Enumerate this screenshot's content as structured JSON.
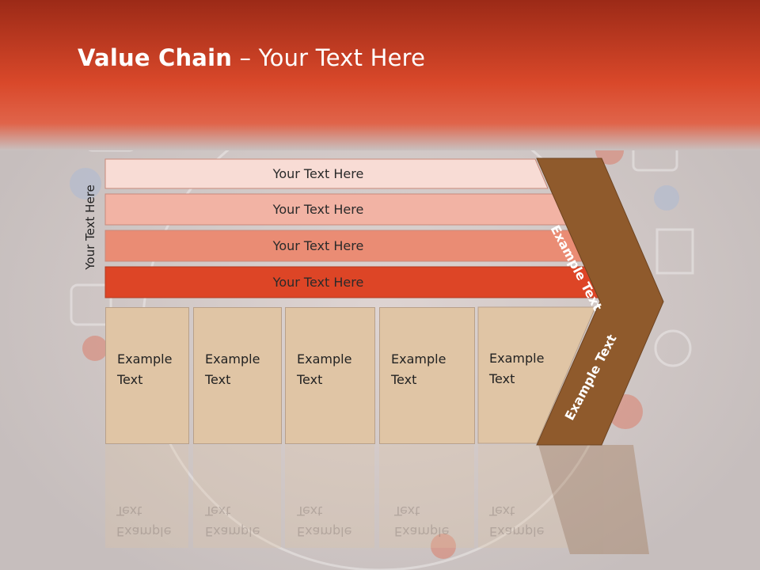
{
  "slide": {
    "title_bold": "Value Chain",
    "title_rest": " – Your Text Here",
    "side_label": "Your Text Here",
    "bands": [
      {
        "label": "Your Text Here",
        "color": "#f8dcd5"
      },
      {
        "label": "Your Text Here",
        "color": "#f2b3a4"
      },
      {
        "label": "Your Text Here",
        "color": "#ea8c74"
      },
      {
        "label": "Your Text Here",
        "color": "#dd4526"
      }
    ],
    "columns": [
      {
        "label": "Example Text"
      },
      {
        "label": "Example Text"
      },
      {
        "label": "Example Text"
      },
      {
        "label": "Example Text"
      },
      {
        "label": "Example Text"
      }
    ],
    "arrow_top_label": "Example Text",
    "arrow_bottom_label": "Example Text",
    "colors": {
      "header": "#d9482a",
      "arrow": "#8f5a2c",
      "column_fill": "#e0c5a5",
      "background": "#c9c1c0"
    }
  }
}
